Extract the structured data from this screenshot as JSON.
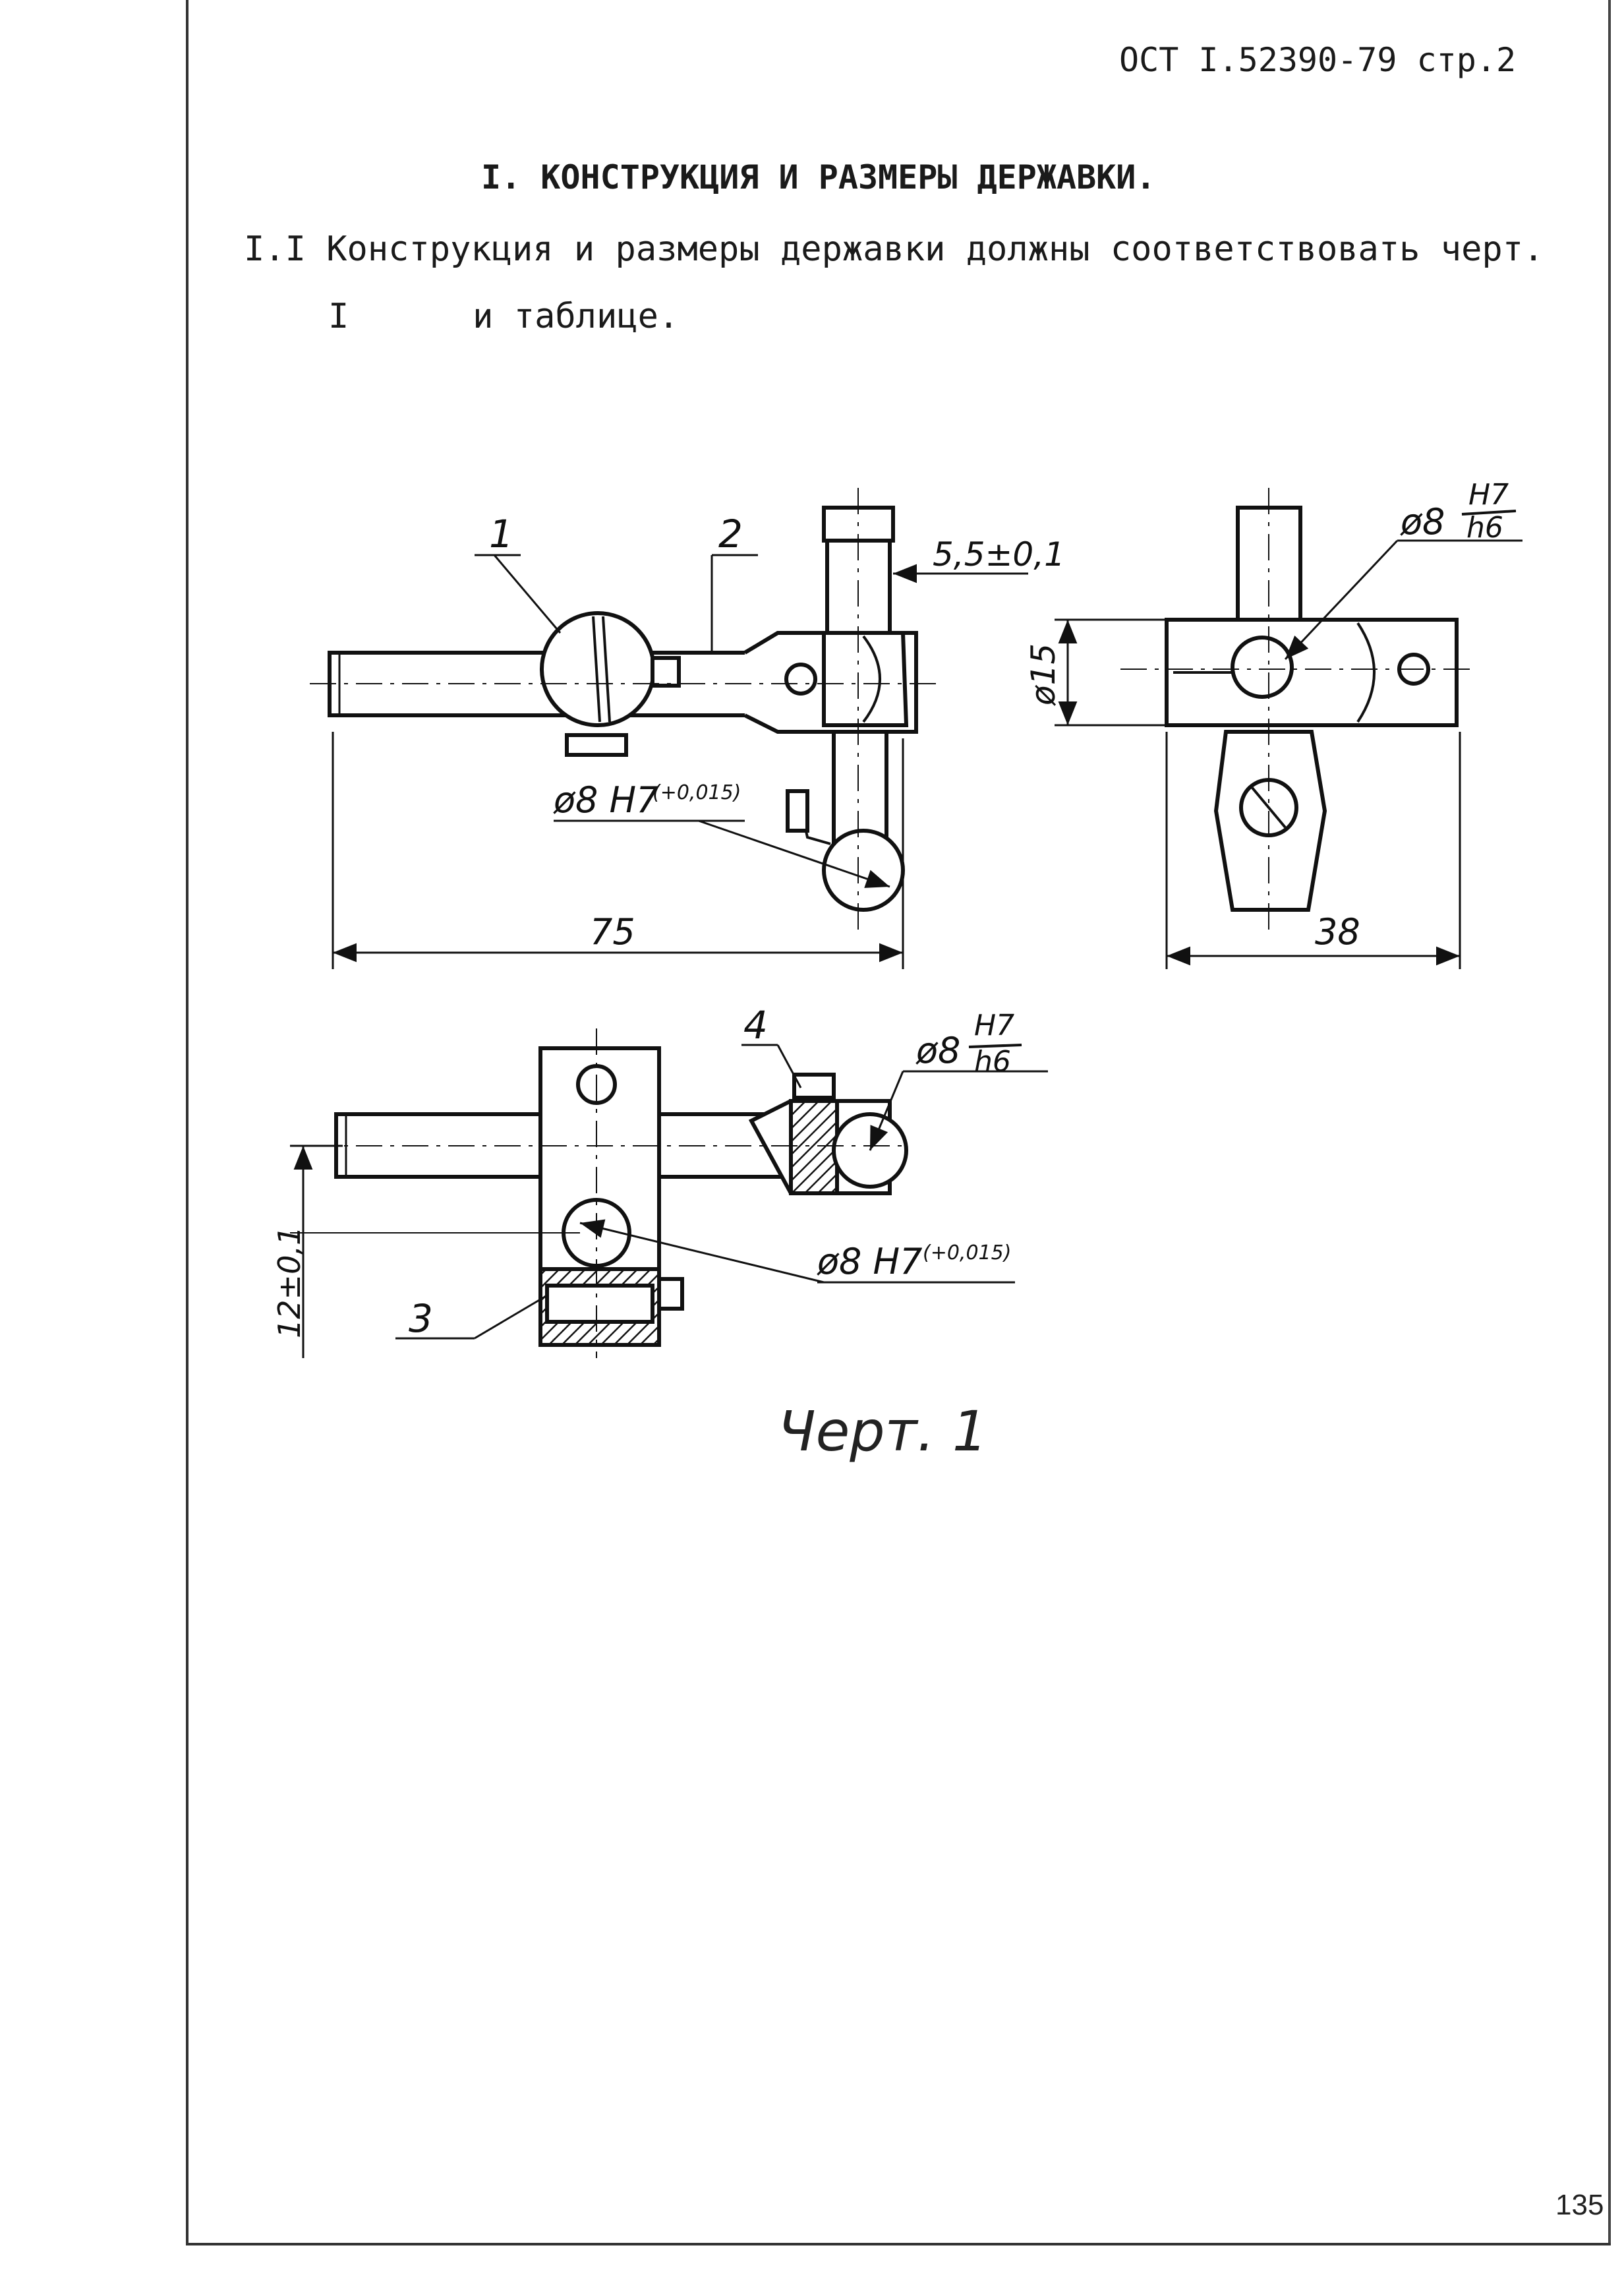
{
  "header": {
    "standard_code": "ОСТ I.52390-79 стр.2"
  },
  "section": {
    "title": "I. КОНСТРУКЦИЯ И РАЗМЕРЫ ДЕРЖАВКИ."
  },
  "paragraph": {
    "line1": "I.I Конструкция и размеры державки должны соответствовать черт.",
    "line2": "I      и таблице."
  },
  "drawing": {
    "callouts": [
      "1",
      "2",
      "3",
      "4"
    ],
    "dimensions": {
      "offset": "5,5±0,1",
      "shaft_length": "75",
      "bore": "ø8 H7",
      "bore_tolerance": "(+0,015)",
      "fit_diameter": "ø8",
      "fit_hole": "H7",
      "fit_shaft": "h6",
      "body_diameter": "ø15",
      "width": "38",
      "height": "12±0,1"
    },
    "caption": "Черт. 1"
  },
  "page_number": "135"
}
